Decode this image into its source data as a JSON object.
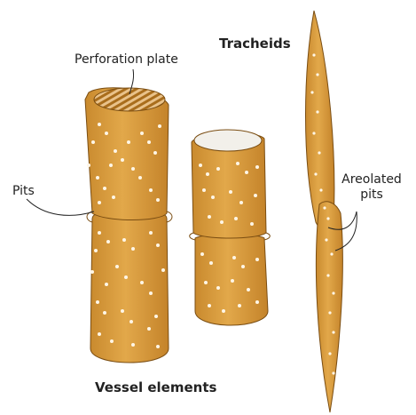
{
  "labels": {
    "perforation_plate": "Perforation plate",
    "tracheids": "Tracheids",
    "pits": "Pits",
    "areolated_pits_line1": "Areolated",
    "areolated_pits_line2": "pits",
    "vessel_elements": "Vessel elements"
  },
  "colors": {
    "cell_fill": "#d99a3c",
    "cell_dark": "#b97a24",
    "cell_outline": "#7a4d12",
    "pit": "#fff6e6",
    "leader_line": "#222222",
    "text": "#222222"
  }
}
